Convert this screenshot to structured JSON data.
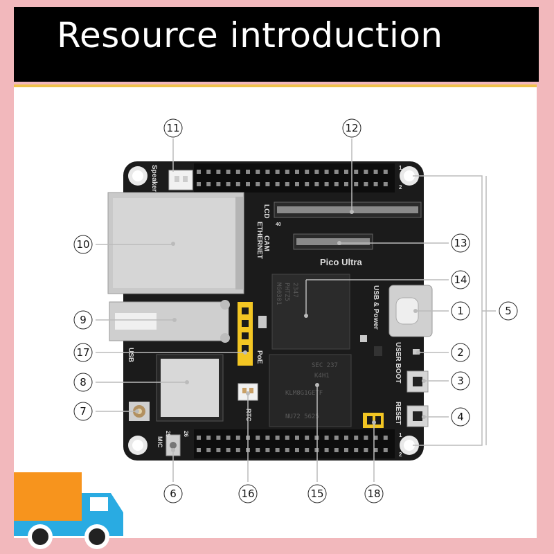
{
  "header": {
    "title": "Resource introduction"
  },
  "board": {
    "name": "Pico Ultra",
    "silkscreen": {
      "speaker": "Speaker",
      "lcd": "LCD",
      "cam": "CAM",
      "ethernet": "ETHERNET",
      "usb_power": "USB & Power",
      "usb": "USB",
      "poe": "PoE",
      "user_boot": "USER BOOT",
      "reset": "RESET",
      "rtc": "RTC",
      "mic": "MIC",
      "pin_25": "25",
      "pin_26": "26",
      "pin_1": "1",
      "pin_2": "2",
      "pin_1b": "1",
      "pin_2b": "2",
      "lcd_pin": "40"
    },
    "chip_top": [
      "MG0301",
      "PHTZ5",
      "2347"
    ],
    "chip_bottom": [
      "SEC 237",
      "K4H1",
      "KLM8G1GETF",
      "NU72 5625"
    ]
  },
  "callouts": [
    "1",
    "2",
    "3",
    "4",
    "5",
    "6",
    "7",
    "8",
    "9",
    "10",
    "11",
    "12",
    "13",
    "14",
    "15",
    "16",
    "17",
    "18"
  ],
  "colors": {
    "frame": "#f2b8bc",
    "header": "#000000",
    "pcb": "#1a1a1a",
    "accent": "#f0c24a",
    "truck_orange": "#f7941d",
    "truck_blue": "#29abe2"
  }
}
